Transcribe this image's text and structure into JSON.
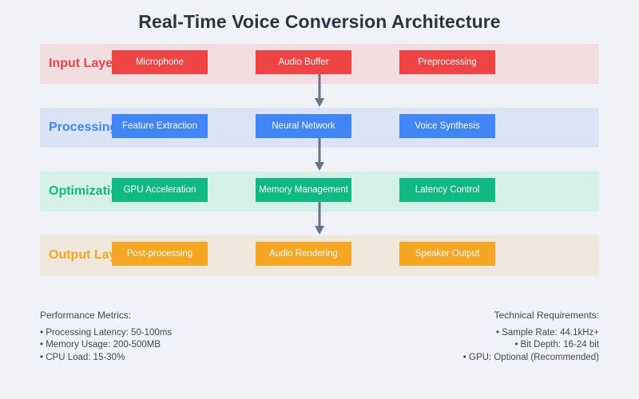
{
  "title": "Real-Time Voice Conversion Architecture",
  "colors": {
    "page_background": "#f0f2f7",
    "title": "#2b3347",
    "arrow": "#64748b",
    "input_accent": "#ef4444",
    "processing_accent": "#4285f4",
    "optimization_accent": "#10b981",
    "output_accent": "#f5a623",
    "input_band": "#f2dee1",
    "processing_band": "#dbe4f6",
    "optimization_band": "#d5f0e6",
    "output_band": "#f0e8dc"
  },
  "layers": [
    {
      "label": "Input Layer",
      "nodes": [
        "Microphone",
        "Audio Buffer",
        "Preprocessing"
      ]
    },
    {
      "label": "Processing Layer",
      "nodes": [
        "Feature Extraction",
        "Neural Network",
        "Voice Synthesis"
      ]
    },
    {
      "label": "Optimization Layer",
      "nodes": [
        "GPU Acceleration",
        "Memory Management",
        "Latency Control"
      ]
    },
    {
      "label": "Output Layer",
      "nodes": [
        "Post-processing",
        "Audio Rendering",
        "Speaker Output"
      ]
    }
  ],
  "connectors": [
    {
      "name": "input-to-processing"
    },
    {
      "name": "processing-to-optimization"
    },
    {
      "name": "optimization-to-output"
    }
  ],
  "footer": {
    "performance": {
      "heading": "Performance Metrics:",
      "items": [
        "• Processing Latency: 50-100ms",
        "• Memory Usage: 200-500MB",
        "• CPU Load: 15-30%"
      ]
    },
    "requirements": {
      "heading": "Technical Requirements:",
      "items": [
        "• Sample Rate: 44.1kHz+",
        "• Bit Depth: 16-24 bit",
        "• GPU: Optional (Recommended)"
      ]
    }
  }
}
